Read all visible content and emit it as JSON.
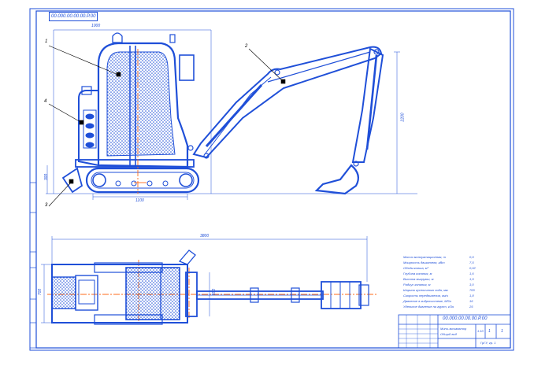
{
  "drawing": {
    "doc_code_top": "00.000.00.00.00.Р.00",
    "title_block": {
      "code": "00.000.00.00.00.Р.00",
      "name_line1": "Мини-экскаватор",
      "name_line2": "Общий вид",
      "sheet": "1",
      "sheets": "1",
      "scale": "1:10",
      "org": "ГрГУ, гр. 1"
    },
    "specs": [
      {
        "label": "Масса эксплуатационная, т",
        "value": "0,9"
      },
      {
        "label": "Мощность двигателя, кВт",
        "value": "7,5"
      },
      {
        "label": "Объём ковша, м³",
        "value": "0,02"
      },
      {
        "label": "Глубина копания, м",
        "value": "1,6"
      },
      {
        "label": "Высота выгрузки, м",
        "value": "1,9"
      },
      {
        "label": "Радиус копания, м",
        "value": "3,0"
      },
      {
        "label": "Ширина гусеничного хода, мм",
        "value": "700"
      },
      {
        "label": "Скорость передвижения, км/ч",
        "value": "1,8"
      },
      {
        "label": "Давление в гидросистеме, МПа",
        "value": "16"
      },
      {
        "label": "Удельное давление на грунт, кПа",
        "value": "25"
      }
    ],
    "dimensions": {
      "side_width": "1000",
      "boom_height": "2200",
      "track_length": "1100",
      "blade_height": "300",
      "plan_length": "3800",
      "plan_width": "700",
      "track_gauge": "550"
    },
    "callouts": [
      "1",
      "2",
      "3",
      "4"
    ],
    "colors": {
      "line": "#1f4fd8",
      "axis": "#ff6a1a",
      "frame": "#1f4fd8"
    }
  }
}
